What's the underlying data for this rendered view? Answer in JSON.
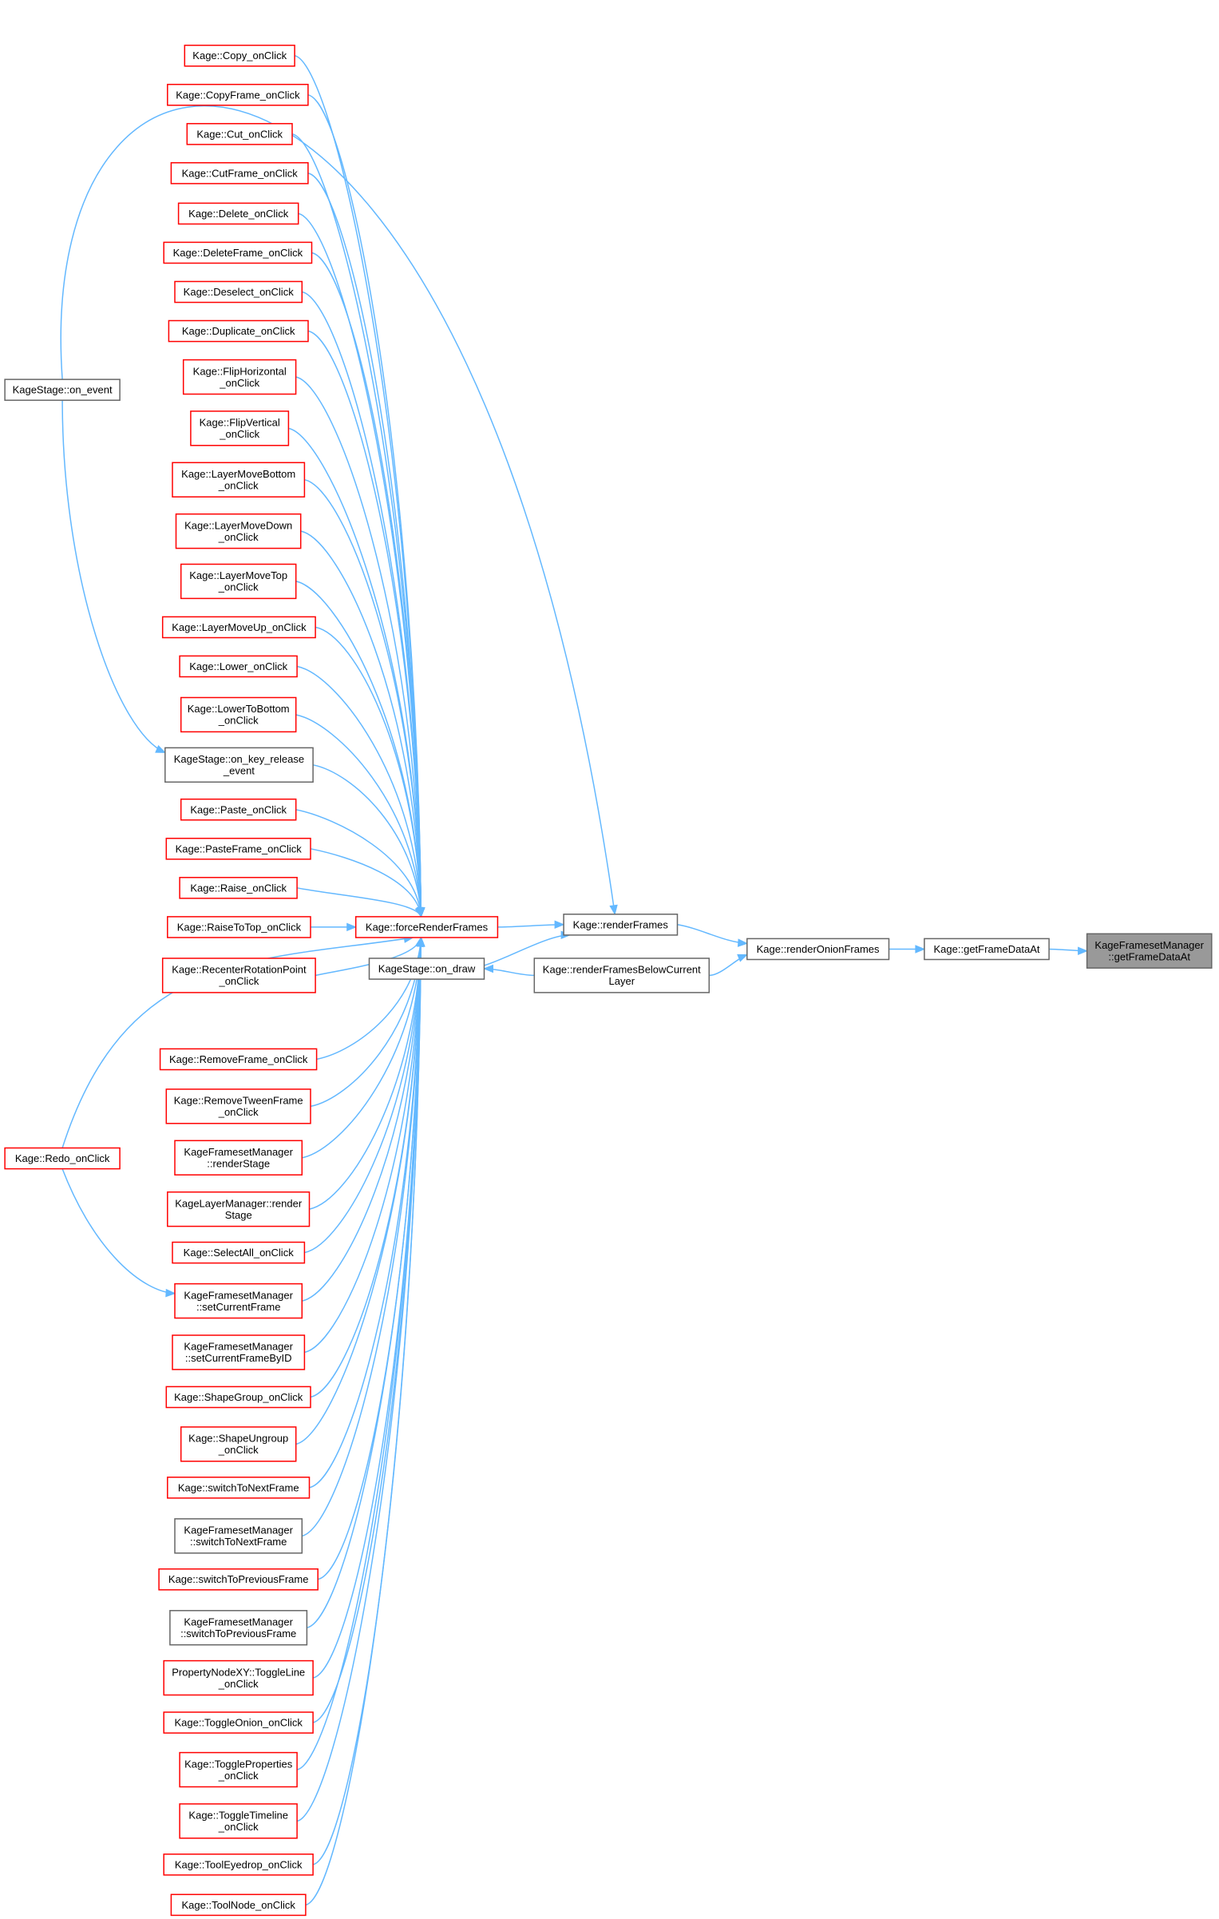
{
  "graph": {
    "colors": {
      "edge": "#63b8ff",
      "red_border": "#ff0000",
      "gray_border": "#666666",
      "current_fill": "#999999"
    },
    "nodes": {
      "copy": {
        "lines": [
          "Kage::Copy_onClick"
        ],
        "style": "red"
      },
      "copyframe": {
        "lines": [
          "Kage::CopyFrame_onClick"
        ],
        "style": "red"
      },
      "cut": {
        "lines": [
          "Kage::Cut_onClick"
        ],
        "style": "red"
      },
      "cutframe": {
        "lines": [
          "Kage::CutFrame_onClick"
        ],
        "style": "red"
      },
      "delete": {
        "lines": [
          "Kage::Delete_onClick"
        ],
        "style": "red"
      },
      "deleteframe": {
        "lines": [
          "Kage::DeleteFrame_onClick"
        ],
        "style": "red"
      },
      "deselect": {
        "lines": [
          "Kage::Deselect_onClick"
        ],
        "style": "red"
      },
      "duplicate": {
        "lines": [
          "Kage::Duplicate_onClick"
        ],
        "style": "red"
      },
      "fliph": {
        "lines": [
          "Kage::FlipHorizontal",
          "_onClick"
        ],
        "style": "red"
      },
      "flipv": {
        "lines": [
          "Kage::FlipVertical",
          "_onClick"
        ],
        "style": "red"
      },
      "lmbottom": {
        "lines": [
          "Kage::LayerMoveBottom",
          "_onClick"
        ],
        "style": "red"
      },
      "lmdown": {
        "lines": [
          "Kage::LayerMoveDown",
          "_onClick"
        ],
        "style": "red"
      },
      "lmtop": {
        "lines": [
          "Kage::LayerMoveTop",
          "_onClick"
        ],
        "style": "red"
      },
      "lmup": {
        "lines": [
          "Kage::LayerMoveUp_onClick"
        ],
        "style": "red"
      },
      "lower": {
        "lines": [
          "Kage::Lower_onClick"
        ],
        "style": "red"
      },
      "lowertobottom": {
        "lines": [
          "Kage::LowerToBottom",
          "_onClick"
        ],
        "style": "red"
      },
      "keyrelease": {
        "lines": [
          "KageStage::on_key_release",
          "_event"
        ],
        "style": "gray"
      },
      "paste": {
        "lines": [
          "Kage::Paste_onClick"
        ],
        "style": "red"
      },
      "pasteframe": {
        "lines": [
          "Kage::PasteFrame_onClick"
        ],
        "style": "red"
      },
      "raise": {
        "lines": [
          "Kage::Raise_onClick"
        ],
        "style": "red"
      },
      "raisetotop": {
        "lines": [
          "Kage::RaiseToTop_onClick"
        ],
        "style": "red"
      },
      "recenter": {
        "lines": [
          "Kage::RecenterRotationPoint",
          "_onClick"
        ],
        "style": "red"
      },
      "removeframe": {
        "lines": [
          "Kage::RemoveFrame_onClick"
        ],
        "style": "red"
      },
      "removetween": {
        "lines": [
          "Kage::RemoveTweenFrame",
          "_onClick"
        ],
        "style": "red"
      },
      "fmrenderstage": {
        "lines": [
          "KageFramesetManager",
          "::renderStage"
        ],
        "style": "red"
      },
      "lmrenderstage": {
        "lines": [
          "KageLayerManager::render",
          "Stage"
        ],
        "style": "red"
      },
      "selectall": {
        "lines": [
          "Kage::SelectAll_onClick"
        ],
        "style": "red"
      },
      "setcurrent": {
        "lines": [
          "KageFramesetManager",
          "::setCurrentFrame"
        ],
        "style": "red"
      },
      "setcurrentid": {
        "lines": [
          "KageFramesetManager",
          "::setCurrentFrameByID"
        ],
        "style": "red"
      },
      "shapegroup": {
        "lines": [
          "Kage::ShapeGroup_onClick"
        ],
        "style": "red"
      },
      "shapeungroup": {
        "lines": [
          "Kage::ShapeUngroup",
          "_onClick"
        ],
        "style": "red"
      },
      "switchnext": {
        "lines": [
          "Kage::switchToNextFrame"
        ],
        "style": "red"
      },
      "fmswitchnext": {
        "lines": [
          "KageFramesetManager",
          "::switchToNextFrame"
        ],
        "style": "gray"
      },
      "switchprev": {
        "lines": [
          "Kage::switchToPreviousFrame"
        ],
        "style": "red"
      },
      "fmswitchprev": {
        "lines": [
          "KageFramesetManager",
          "::switchToPreviousFrame"
        ],
        "style": "gray"
      },
      "toggleline": {
        "lines": [
          "PropertyNodeXY::ToggleLine",
          "_onClick"
        ],
        "style": "red"
      },
      "toggleonion": {
        "lines": [
          "Kage::ToggleOnion_onClick"
        ],
        "style": "red"
      },
      "toggleprops": {
        "lines": [
          "Kage::ToggleProperties",
          "_onClick"
        ],
        "style": "red"
      },
      "toggletimeline": {
        "lines": [
          "Kage::ToggleTimeline",
          "_onClick"
        ],
        "style": "red"
      },
      "tooleyedrop": {
        "lines": [
          "Kage::ToolEyedrop_onClick"
        ],
        "style": "red"
      },
      "toolnode": {
        "lines": [
          "Kage::ToolNode_onClick"
        ],
        "style": "red"
      },
      "onevent": {
        "lines": [
          "KageStage::on_event"
        ],
        "style": "gray"
      },
      "redo": {
        "lines": [
          "Kage::Redo_onClick"
        ],
        "style": "red"
      },
      "forcerender": {
        "lines": [
          "Kage::forceRenderFrames"
        ],
        "style": "red"
      },
      "ondraw": {
        "lines": [
          "KageStage::on_draw"
        ],
        "style": "gray"
      },
      "renderframes": {
        "lines": [
          "Kage::renderFrames"
        ],
        "style": "gray"
      },
      "renderbelow": {
        "lines": [
          "Kage::renderFramesBelowCurrent",
          "Layer"
        ],
        "style": "gray"
      },
      "renderonion": {
        "lines": [
          "Kage::renderOnionFrames"
        ],
        "style": "gray"
      },
      "getframedata": {
        "lines": [
          "Kage::getFrameDataAt"
        ],
        "style": "gray"
      },
      "fmgetframedata": {
        "lines": [
          "KageFramesetManager",
          "::getFrameDataAt"
        ],
        "style": "current"
      }
    }
  }
}
